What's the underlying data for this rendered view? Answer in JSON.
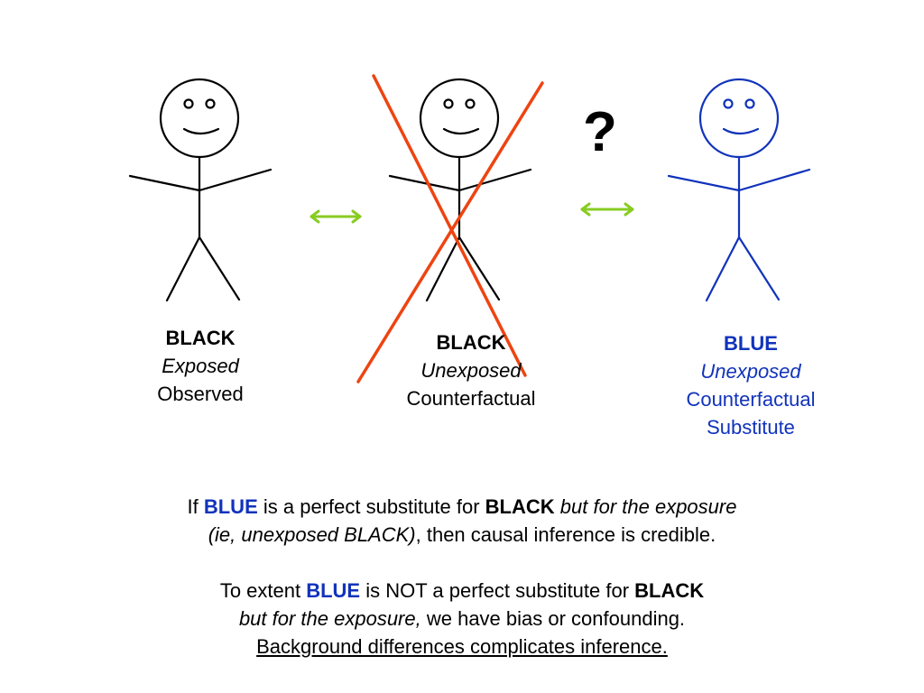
{
  "colors": {
    "black": "#000000",
    "blue": "#1133bb",
    "cross": "#ee4411",
    "arrow": "#88cc22"
  },
  "figures": [
    {
      "name": "BLACK",
      "condition": "Exposed",
      "status": "Observed",
      "color": "black",
      "crossed": false
    },
    {
      "name": "BLACK",
      "condition": "Unexposed",
      "status": "Counterfactual",
      "color": "black",
      "crossed": true
    },
    {
      "name": "BLUE",
      "condition": "Unexposed",
      "status": "Counterfactual",
      "extra": "Substitute",
      "color": "blue",
      "crossed": false
    }
  ],
  "question_mark": "?",
  "caption": {
    "p1": {
      "s1": "If ",
      "blue": "BLUE",
      "s2": " is a perfect substitute for ",
      "black": "BLACK",
      "s3": " ",
      "italic1": "but for the exposure",
      "italic2": "(ie, unexposed BLACK)",
      "s4": ", then causal inference is credible."
    },
    "p2": {
      "s1": "To extent ",
      "blue": "BLUE",
      "s2": " is NOT a perfect substitute for ",
      "black": "BLACK",
      "italic": "but for the exposure,",
      "s3": " we have bias or confounding.",
      "underlined": "Background differences complicates inference."
    }
  }
}
